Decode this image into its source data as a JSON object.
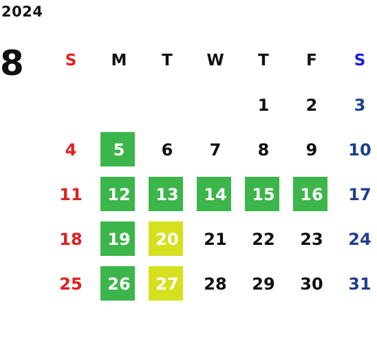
{
  "calendar": {
    "year": "2024",
    "month": "8",
    "weekdays": [
      "S",
      "M",
      "T",
      "W",
      "T",
      "F",
      "S"
    ],
    "colors": {
      "sunday": "#e02020",
      "saturday": "#1e3f8f",
      "saturday_header": "#1a1adf",
      "highlight_green": "#3cb54a",
      "highlight_yellow": "#d6e01f"
    },
    "weeks": [
      [
        "",
        "",
        "",
        "",
        "1",
        "2",
        "3"
      ],
      [
        "4",
        "5",
        "6",
        "7",
        "8",
        "9",
        "10"
      ],
      [
        "11",
        "12",
        "13",
        "14",
        "15",
        "16",
        "17"
      ],
      [
        "18",
        "19",
        "20",
        "21",
        "22",
        "23",
        "24"
      ],
      [
        "25",
        "26",
        "27",
        "28",
        "29",
        "30",
        "31"
      ]
    ],
    "green_days": [
      "5",
      "12",
      "13",
      "14",
      "15",
      "16",
      "19",
      "26"
    ],
    "yellow_days": [
      "20",
      "27"
    ]
  }
}
